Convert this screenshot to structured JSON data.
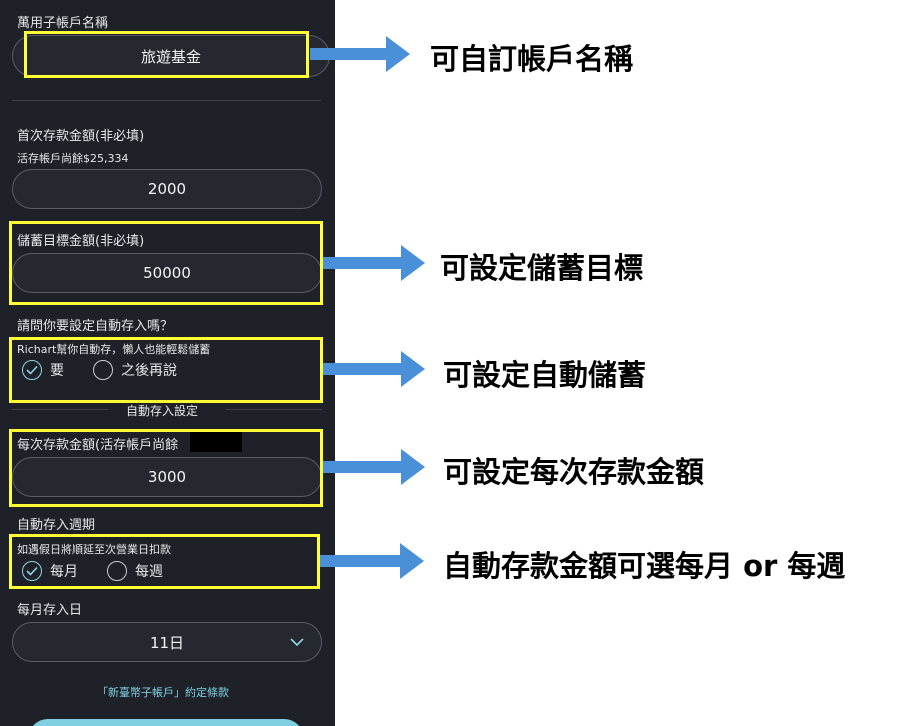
{
  "form": {
    "account_name_label": "萬用子帳戶名稱",
    "account_name_value": "旅遊基金",
    "first_deposit_label": "首次存款金額(非必填)",
    "balance_note": "活存帳戶尚餘$25,334",
    "first_deposit_value": "2000",
    "goal_label": "儲蓄目標金額(非必必填)",
    "goal_value": "50000",
    "auto_question": "請問你要設定自動存入嗎？",
    "auto_hint": "Richart幫你自動存，懶人也能輕鬆儲蓄",
    "auto_yes": "要",
    "auto_later": "之後再說",
    "auto_section_title": "自動存入設定",
    "each_amount_label": "每次存款金額(活存帳戶尚餘",
    "each_amount_label_end": ")",
    "each_amount_value": "3000",
    "cycle_label": "自動存入週期",
    "cycle_hint": "如遇假日將順延至次營業日扣款",
    "cycle_monthly": "每月",
    "cycle_weekly": "每週",
    "day_label": "每月存入日",
    "day_value": "11日",
    "terms": "「新臺幣子帳戶」約定條款"
  },
  "callouts": {
    "c1": "可自訂帳戶名稱",
    "c2": "可設定儲蓄目標",
    "c3": "可設定自動儲蓄",
    "c4": "可設定每次存款金額",
    "c5": "自動存款金額可選每月 or 每週"
  },
  "colors": {
    "panel_bg": "#1f2128",
    "highlight_box": "#ffff33",
    "arrow": "#4a90d9",
    "accent": "#7fcfe0"
  }
}
